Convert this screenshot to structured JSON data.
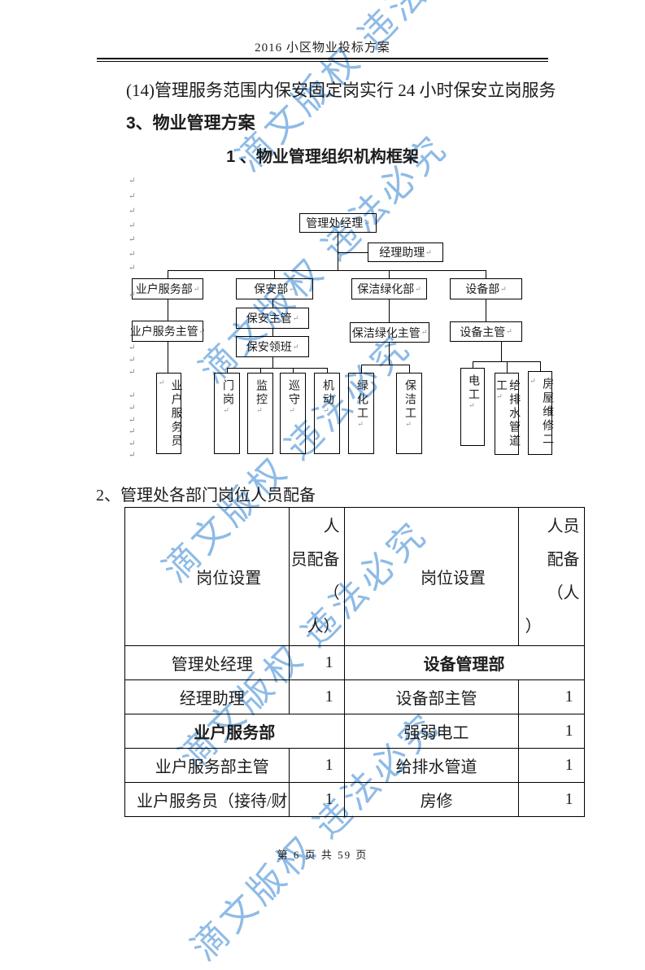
{
  "page": {
    "header_title": "2016 小区物业投标方案",
    "footer": "第 6 页 共 59 页"
  },
  "watermark": {
    "text": "滴文版权 违法必究",
    "color": "#6FA8E0"
  },
  "content": {
    "para_14": "(14)管理服务范围内保安固定岗实行 24 小时保安立岗服务",
    "section3_title": "3、物业管理方案",
    "chart_title": "1 、物业管理组织机构框架",
    "section2_title": "2、管理处各部门岗位人员配备"
  },
  "org_chart": {
    "pilcrow": "↵",
    "margin_marks_y": [
      223,
      242,
      260,
      278,
      295,
      313,
      330,
      363,
      428,
      443,
      458,
      487,
      502,
      517,
      531,
      546,
      560
    ],
    "nodes": {
      "manager": "管理处经理",
      "assistant": "经理助理",
      "dept_service": "业户服务部",
      "dept_security": "保安部",
      "dept_cleaning": "保洁绿化部",
      "dept_equipment": "设备部",
      "service_supervisor": "业户服务主管",
      "security_supervisor": "保安主管",
      "security_leader": "保安领班",
      "cleaning_supervisor": "保洁绿化主管",
      "equipment_supervisor": "设备主管",
      "service_staff": "业户服务员",
      "gate_post": "门岗",
      "monitoring": "监控",
      "patrol": "巡守",
      "mobile": "机动",
      "greening_worker": "绿化工",
      "cleaning_worker": "保洁工",
      "electrician": "电工",
      "plumber": "给排水管道工",
      "house_repair": "房屋维修二"
    }
  },
  "table": {
    "header": {
      "col1": "岗位设置",
      "col2_lines": [
        "人",
        "员配备",
        "（",
        "人）"
      ],
      "col3": "岗位设置",
      "col4_lines": [
        "人员",
        "配备",
        "（人",
        "）"
      ]
    },
    "rows": [
      {
        "c1": "管理处经理",
        "c2": "1",
        "c3": "设备管理部"
      },
      {
        "c1": "经理助理",
        "c2": "1",
        "c3": "设备部主管",
        "c4": "1"
      },
      {
        "c1": "业户服务部",
        "c3": "强弱电工",
        "c4": "1"
      },
      {
        "c1": "业户服务部主管",
        "c2": "1",
        "c3": "给排水管道",
        "c4": "1"
      },
      {
        "c1": "业户服务员（接待/财",
        "c2": "1",
        "c3": "房修",
        "c4": "1"
      }
    ]
  }
}
